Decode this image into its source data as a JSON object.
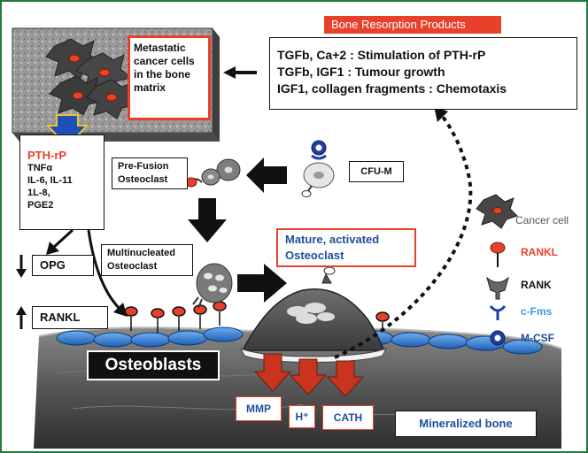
{
  "resorption": {
    "title": "Bone Resorption Products",
    "lines": [
      "TGFb, Ca+2 : Stimulation of PTH-rP",
      "TGFb, IGF1 : Tumour growth",
      "IGF1, collagen fragments : Chemotaxis"
    ]
  },
  "metastatic_label": "Metastatic cancer cells in the bone matrix",
  "pthrp": {
    "title": "PTH-rP",
    "factors": [
      "TNFα",
      "IL-6, IL-11",
      "1L-8,",
      "PGE2"
    ]
  },
  "cells": {
    "pre_fusion": "Pre-Fusion Osteoclast",
    "cfu_m": "CFU-M",
    "multinucleated": "Multinucleated Osteoclast",
    "mature": "Mature, activated Osteoclast",
    "osteoblasts": "Osteoblasts",
    "mineralized_bone": "Mineralized bone"
  },
  "regulation": {
    "opg": {
      "label": "OPG",
      "direction": "down"
    },
    "rankl": {
      "label": "RANKL",
      "direction": "up"
    }
  },
  "secreted": [
    "MMP",
    "H⁺",
    "CATH"
  ],
  "legend": [
    {
      "label": "Cancer cell",
      "icon": "cancer-cell-icon",
      "color": "#555555"
    },
    {
      "label": "RANKL",
      "icon": "rankl-icon",
      "color": "#e8412b"
    },
    {
      "label": "RANK",
      "icon": "rank-icon",
      "color": "#111111"
    },
    {
      "label": "c-Fms",
      "icon": "c-fms-icon",
      "color": "#3c9be0"
    },
    {
      "label": "M-CSF",
      "icon": "m-csf-icon",
      "color": "#1f3fa0"
    }
  ],
  "colors": {
    "frame": "#1f7a3a",
    "accent_red": "#e8412b",
    "dark_blue": "#1f4f9c",
    "osteoblast_blue": "#2f7fd4"
  }
}
